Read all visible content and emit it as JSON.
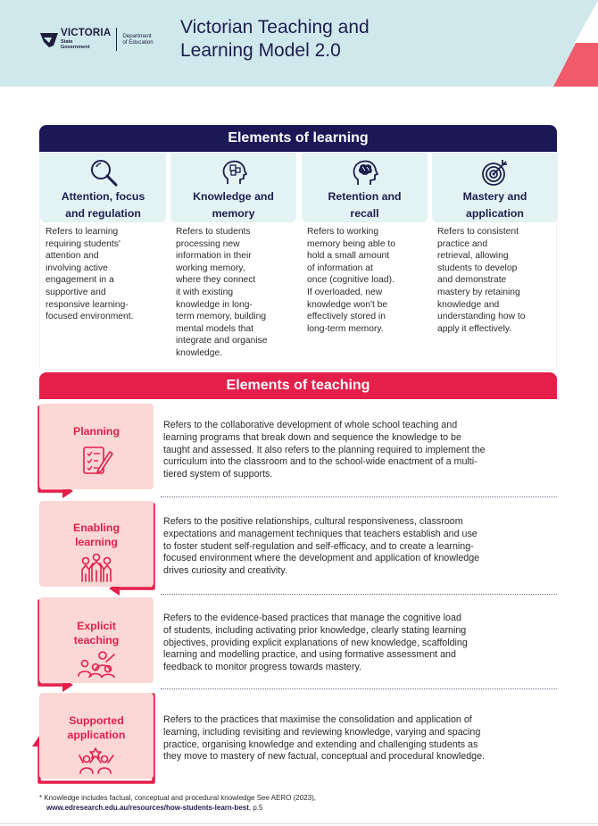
{
  "header": {
    "title_line1": "Victorian Teaching and",
    "title_line2": "Learning Model 2.0",
    "logo": {
      "wordmark": "VICTORIA",
      "sub1": "State",
      "sub2": "Government",
      "dept1": "Department",
      "dept2": "of Education"
    }
  },
  "learning": {
    "heading": "Elements of learning",
    "items": [
      {
        "icon": "magnifier-icon",
        "title1": "Attention, focus",
        "title2": "and regulation",
        "desc": [
          "Refers to learning",
          "requiring students'",
          "attention and",
          "involving active",
          "engagement in a",
          "supportive and",
          "responsive learning-",
          "focused environment."
        ]
      },
      {
        "icon": "head-puzzle-icon",
        "title1": "Knowledge and",
        "title2": "memory",
        "desc": [
          "Refers to students",
          "processing new",
          "information in their",
          "working memory,",
          "where they connect",
          "it with existing",
          "knowledge in long-",
          "term memory, building",
          "mental models that",
          "integrate and organise",
          "knowledge."
        ]
      },
      {
        "icon": "brain-head-icon",
        "title1": "Retention and",
        "title2": "recall",
        "desc": [
          "Refers to working",
          "memory being able to",
          "hold a small amount",
          "of information at",
          "once (cognitive load).",
          "If overloaded, new",
          "knowledge won't be",
          "effectively stored in",
          "long-term memory."
        ]
      },
      {
        "icon": "target-icon",
        "title1": "Mastery and",
        "title2": "application",
        "desc": [
          "Refers to consistent",
          "practice and",
          "retrieval, allowing",
          "students to develop",
          "and demonstrate",
          "mastery by retaining",
          "knowledge and",
          "understanding how to",
          "apply it effectively."
        ]
      }
    ]
  },
  "teaching": {
    "heading": "Elements of teaching",
    "items": [
      {
        "icon": "checklist-pencil-icon",
        "label1": "Planning",
        "label2": "",
        "desc": [
          "Refers to the collaborative development of whole school teaching and",
          "learning programs that break down and sequence the knowledge  to be",
          "taught and assessed. It also refers to the planning required to implement the",
          "curriculum into the classroom and to the school-wide enactment of a multi-",
          "tiered system of supports."
        ]
      },
      {
        "icon": "group-people-icon",
        "label1": "Enabling",
        "label2": "learning",
        "desc": [
          "Refers to the positive relationships, cultural responsiveness, classroom",
          "expectations and management techniques that teachers establish and use",
          "to foster student self-regulation and self-efficacy, and to create a learning-",
          "focused environment where the development and application of knowledge",
          "drives curiosity and creativity."
        ]
      },
      {
        "icon": "teacher-students-icon",
        "label1": "Explicit",
        "label2": "teaching",
        "desc": [
          "Refers to the evidence-based practices that manage the cognitive load",
          "of students, including activating prior knowledge, clearly stating learning",
          "objectives, providing explicit explanations of new knowledge, scaffolding",
          "learning and modelling practice, and using formative assessment and",
          "feedback to monitor progress towards mastery."
        ]
      },
      {
        "icon": "celebrating-students-icon",
        "label1": "Supported",
        "label2": "application",
        "desc": [
          "Refers to the practices that maximise the consolidation and application of",
          "learning, including revisiting and reviewing knowledge, varying and spacing",
          "practice, organising knowledge and extending and challenging students as",
          "they move to mastery of new factual, conceptual and procedural knowledge."
        ]
      }
    ]
  },
  "footnote": {
    "line1": "* Knowledge includes factual, conceptual and procedural knowledge  See AERO (2023),",
    "link": "www.edresearch.edu.au/resources/how-students-learn-best",
    "suffix": ", p.5"
  },
  "colors": {
    "navy": "#1b1856",
    "red": "#e51e4a",
    "mint": "#e3f3f4",
    "pink": "#fbd7d6",
    "header_bg": "#cfe8ec"
  }
}
